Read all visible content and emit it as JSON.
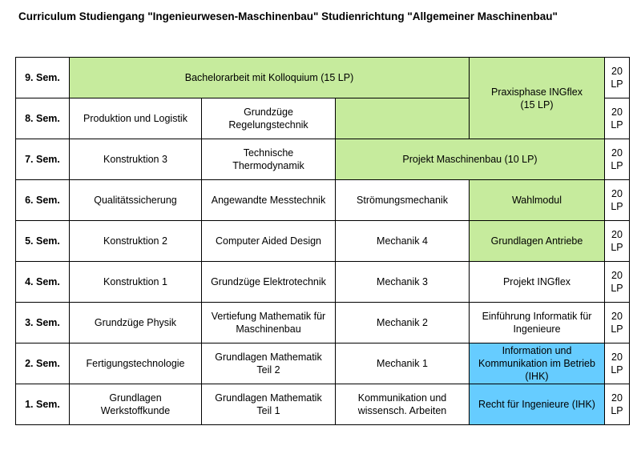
{
  "title": "Curriculum Studiengang \"Ingenieurwesen-Maschinenbau\" Studienrichtung \"Allgemeiner Maschinenbau\"",
  "colors": {
    "green": "#c6eb9d",
    "blue": "#66ccff"
  },
  "semesters": [
    "9. Sem.",
    "8. Sem.",
    "7. Sem.",
    "6. Sem.",
    "5. Sem.",
    "4. Sem.",
    "3. Sem.",
    "2. Sem.",
    "1. Sem."
  ],
  "credits": [
    "20\nLP",
    "20\nLP",
    "20\nLP",
    "20\nLP",
    "20\nLP",
    "20\nLP",
    "20\nLP",
    "20\nLP",
    "20\nLP"
  ],
  "modules": {
    "bachelorarbeit": "Bachelorarbeit mit Kolloquium  (15 LP)",
    "praxisphase": "Praxisphase INGflex\n(15 LP)",
    "produktion": "Produktion und Logistik",
    "regelungstechnik": "Grundzüge\nRegelungstechnik",
    "konstruktion3": "Konstruktion 3",
    "thermodynamik": "Technische\nThermodynamik",
    "projekt_mb": "Projekt Maschinenbau (10 LP)",
    "qualitaet": "Qualitätssicherung",
    "messtechnik": "Angewandte Messtechnik",
    "stroemung": "Strömungsmechanik",
    "wahlmodul": "Wahlmodul",
    "konstruktion2": "Konstruktion 2",
    "cad": "Computer Aided Design",
    "mechanik4": "Mechanik 4",
    "antriebe": "Grundlagen Antriebe",
    "konstruktion1": "Konstruktion 1",
    "elektrotechnik": "Grundzüge Elektrotechnik",
    "mechanik3": "Mechanik 3",
    "projekt_ingflex": "Projekt INGflex",
    "physik": "Grundzüge Physik",
    "mathe_vertiefung": "Vertiefung Mathematik für\nMaschinenbau",
    "mechanik2": "Mechanik 2",
    "informatik": "Einführung Informatik für\nIngenieure",
    "fertigung": "Fertigungstechnologie",
    "mathe2": "Grundlagen Mathematik\nTeil 2",
    "mechanik1": "Mechanik 1",
    "info_komm": "Information und\nKommunikation im Betrieb\n(IHK)",
    "werkstoff": "Grundlagen\nWerkstoffkunde",
    "mathe1": "Grundlagen Mathematik\nTeil 1",
    "komm_arbeiten": "Kommunikation und\nwissensch. Arbeiten",
    "recht": "Recht für Ingenieure (IHK)"
  }
}
